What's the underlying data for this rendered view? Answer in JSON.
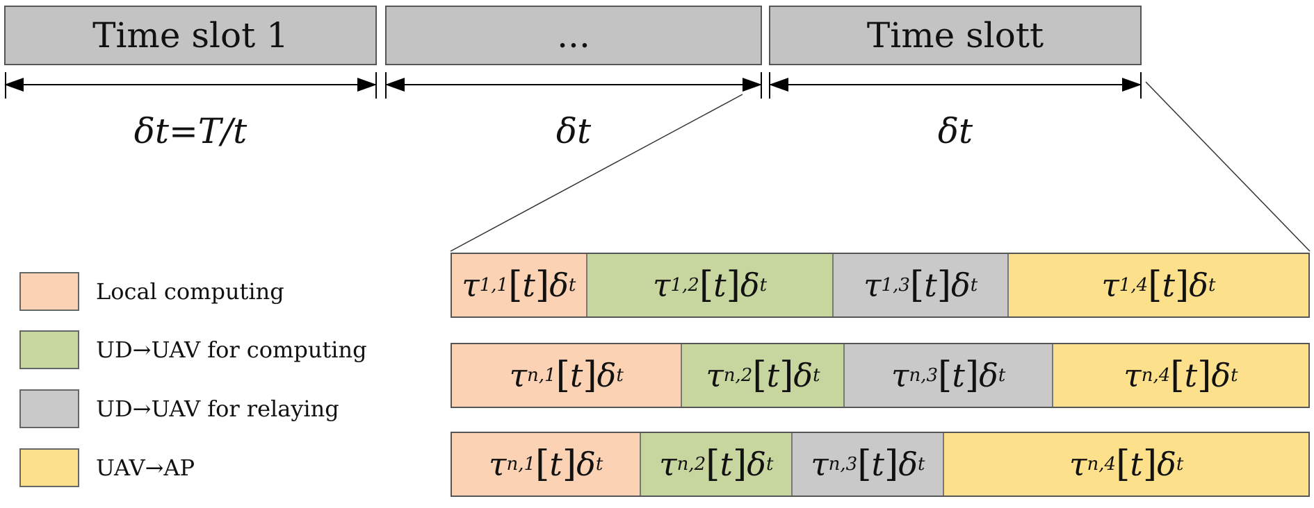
{
  "timeline": {
    "slots": [
      {
        "label": "Time slot 1",
        "duration": "δt=T/t"
      },
      {
        "label": "...",
        "duration": "δt"
      },
      {
        "label": "Time slott",
        "duration": "δt"
      }
    ]
  },
  "legend": {
    "items": [
      {
        "label": "Local computing",
        "color": "#fbd3b4"
      },
      {
        "label": "UD→UAV for computing",
        "color": "#c7d69e"
      },
      {
        "label": "UD→UAV for relaying",
        "color": "#c9c9c9"
      },
      {
        "label": "UAV→AP",
        "color": "#fde08c"
      }
    ]
  },
  "bars": [
    {
      "name": "user-1",
      "segments": [
        {
          "var": "τ",
          "sub": "1,1",
          "t": "t",
          "d": "δ",
          "dsub": "t",
          "kind": "local",
          "fraction": 0.158
        },
        {
          "var": "τ",
          "sub": "1,2",
          "t": "t",
          "d": "δ",
          "dsub": "t",
          "kind": "compute",
          "fraction": 0.288
        },
        {
          "var": "τ",
          "sub": "1,3",
          "t": "t",
          "d": "δ",
          "dsub": "t",
          "kind": "relay",
          "fraction": 0.204
        },
        {
          "var": "τ",
          "sub": "1,4",
          "t": "t",
          "d": "δ",
          "dsub": "t",
          "kind": "ap",
          "fraction": 0.35
        }
      ]
    },
    {
      "name": "user-n-a",
      "segments": [
        {
          "var": "τ",
          "sub": "n,1",
          "t": "t",
          "d": "δ",
          "dsub": "t",
          "kind": "local",
          "fraction": 0.269
        },
        {
          "var": "τ",
          "sub": "n,2",
          "t": "t",
          "d": "δ",
          "dsub": "t",
          "kind": "compute",
          "fraction": 0.19
        },
        {
          "var": "τ",
          "sub": "n,3",
          "t": "t",
          "d": "δ",
          "dsub": "t",
          "kind": "relay",
          "fraction": 0.243
        },
        {
          "var": "τ",
          "sub": "n,4",
          "t": "t",
          "d": "δ",
          "dsub": "t",
          "kind": "ap",
          "fraction": 0.298
        }
      ]
    },
    {
      "name": "user-n-b",
      "segments": [
        {
          "var": "τ",
          "sub": "n,1",
          "t": "t",
          "d": "δ",
          "dsub": "t",
          "kind": "local",
          "fraction": 0.221
        },
        {
          "var": "τ",
          "sub": "n,2",
          "t": "t",
          "d": "δ",
          "dsub": "t",
          "kind": "compute",
          "fraction": 0.177
        },
        {
          "var": "τ",
          "sub": "n,3",
          "t": "t",
          "d": "δ",
          "dsub": "t",
          "kind": "relay",
          "fraction": 0.177
        },
        {
          "var": "τ",
          "sub": "n,4",
          "t": "t",
          "d": "δ",
          "dsub": "t",
          "kind": "ap",
          "fraction": 0.425
        }
      ]
    }
  ]
}
